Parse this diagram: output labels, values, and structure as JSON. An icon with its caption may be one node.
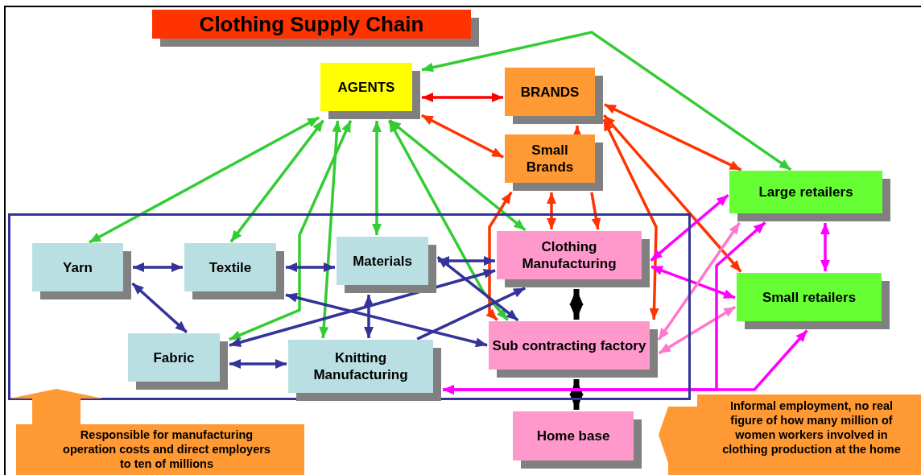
{
  "diagram": {
    "title": "Clothing Supply Chain",
    "nodes": [
      {
        "text": [
          "AGENTS"
        ]
      },
      {
        "text": [
          "BRANDS"
        ]
      },
      {
        "text": [
          "Small Brands"
        ]
      },
      {
        "text": [
          "Large retailers"
        ]
      },
      {
        "text": [
          "Small retailers"
        ]
      },
      {
        "text": [],
        "shape": "box"
      },
      {
        "text": [
          "Yarn"
        ],
        "in": 5
      },
      {
        "text": [
          "Textile"
        ],
        "in": 5
      },
      {
        "text": [
          "Materials"
        ],
        "in": 5
      },
      {
        "text": [
          "Clothing Manufacturing"
        ],
        "in": 5
      },
      {
        "text": [
          "Fabric"
        ],
        "in": 5
      },
      {
        "text": [
          "Knitting Manufacturing"
        ],
        "in": 5
      },
      {
        "text": [
          "Sub contracting factory"
        ],
        "in": 5
      },
      {
        "text": [
          "Home base"
        ]
      },
      {
        "text": [
          "Responsible for manufacturing operation costs and direct employers to ten of millions"
        ]
      },
      {
        "text": [
          "Informal employment, no real figure of how many million of women workers involved in clothing production at the home"
        ]
      }
    ],
    "edges": [
      {
        "from": 0,
        "to": 6,
        "arrow": "both",
        "color": "#33cc33"
      },
      {
        "from": 0,
        "to": 7,
        "arrow": "both",
        "color": "#33cc33"
      },
      {
        "from": 0,
        "to": 10,
        "arrow": "both",
        "color": "#33cc33"
      },
      {
        "from": 0,
        "to": 11,
        "arrow": "both",
        "color": "#33cc33"
      },
      {
        "from": 0,
        "to": 8,
        "arrow": "both",
        "color": "#33cc33"
      },
      {
        "from": 0,
        "to": 9,
        "arrow": "both",
        "color": "#33cc33"
      },
      {
        "from": 0,
        "to": 12,
        "arrow": "both",
        "color": "#33cc33"
      },
      {
        "from": 3,
        "to": 0,
        "arrow": "both",
        "color": "#33cc33"
      },
      {
        "from": 0,
        "to": 1,
        "arrow": "both",
        "color": "#ff0000"
      },
      {
        "from": 0,
        "to": 2,
        "arrow": "both",
        "color": "#ff3300"
      },
      {
        "from": 2,
        "to": 1,
        "arrow": "to",
        "color": "#ff3300"
      },
      {
        "from": 1,
        "to": 3,
        "arrow": "both",
        "color": "#ff3300"
      },
      {
        "from": 1,
        "to": 4,
        "arrow": "both",
        "color": "#ff3300"
      },
      {
        "from": 2,
        "to": 9,
        "arrow": "both",
        "color": "#ff3300"
      },
      {
        "from": 2,
        "to": 12,
        "arrow": "both",
        "color": "#ff3300"
      },
      {
        "from": 2,
        "to": 9,
        "arrow": "to",
        "color": "#ff3300"
      },
      {
        "from": 1,
        "to": 12,
        "arrow": "both",
        "color": "#ff3300"
      },
      {
        "from": 6,
        "to": 7,
        "arrow": "both"
      },
      {
        "from": 7,
        "to": 8,
        "arrow": "both"
      },
      {
        "from": 8,
        "to": 9,
        "arrow": "both"
      },
      {
        "from": 6,
        "to": 10,
        "arrow": "both"
      },
      {
        "from": 10,
        "to": 11,
        "arrow": "both"
      },
      {
        "from": 8,
        "to": 11,
        "arrow": "both"
      },
      {
        "from": 7,
        "to": 12,
        "arrow": "both"
      },
      {
        "from": 10,
        "to": 9,
        "arrow": "both"
      },
      {
        "from": 8,
        "to": 12,
        "arrow": "both"
      },
      {
        "from": 11,
        "to": 9,
        "arrow": "to"
      },
      {
        "from": 9,
        "to": 12,
        "arrow": "both",
        "style": "thick",
        "color": "#000000"
      },
      {
        "from": 12,
        "to": 13,
        "arrow": "both",
        "style": "thick",
        "color": "#000000"
      },
      {
        "from": 9,
        "to": 3,
        "arrow": "both",
        "color": "#ff00ff"
      },
      {
        "from": 9,
        "to": 4,
        "arrow": "both",
        "color": "#ff00ff"
      },
      {
        "from": 12,
        "to": 3,
        "arrow": "both",
        "color": "#ff77cc"
      },
      {
        "from": 12,
        "to": 4,
        "arrow": "both",
        "color": "#ff77cc"
      },
      {
        "from": 3,
        "to": 4,
        "arrow": "both",
        "color": "#ff00ff"
      },
      {
        "from": 11,
        "to": 3,
        "arrow": "both",
        "color": "#ff00ff"
      },
      {
        "from": 11,
        "to": 4,
        "arrow": "both",
        "color": "#ff00ff"
      }
    ]
  }
}
